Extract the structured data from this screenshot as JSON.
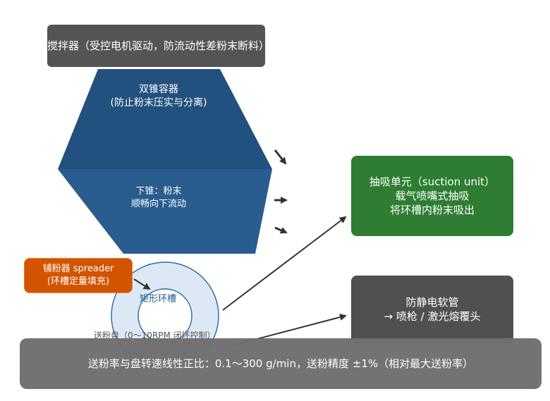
{
  "stirrer": {
    "label": "搅拌器（受控电机驱动，防流动性差粉末断料）"
  },
  "cone_upper": {
    "line1": "双锥容器",
    "line2": "(防止粉末压实与分离)"
  },
  "cone_lower": {
    "line1": "下锥：粉末",
    "line2": "顺畅向下流动"
  },
  "spreader": {
    "line1": "铺粉器 spreader",
    "line2": "(环槽定量填充)"
  },
  "ring": {
    "label": "矩形环槽"
  },
  "disk": {
    "label": "送粉盘（0～10RPM 闭环控制）"
  },
  "suction": {
    "line1": "抽吸单元（suction unit）",
    "line2": "载气喷嘴式抽吸",
    "line3": "将环槽内粉末吸出"
  },
  "hose": {
    "line1": "防静电软管",
    "line2": "→ 喷枪 / 激光熔覆头"
  },
  "banner": {
    "text": "送粉率与盘转速线性正比：0.1～300 g/min，送粉精度 ±1%（相对最大送粉率）"
  },
  "colors": {
    "cone_upper": "#22517f",
    "cone_lower": "#2a5d8f",
    "stirrer": "#545454",
    "suction": "#2e7d32",
    "hose": "#505050",
    "spreader": "#d35400",
    "ring_fill": "#dce9f5",
    "ring_stroke": "#2f6ea4",
    "arrow": "#333333",
    "banner": "#6f6f6f"
  }
}
